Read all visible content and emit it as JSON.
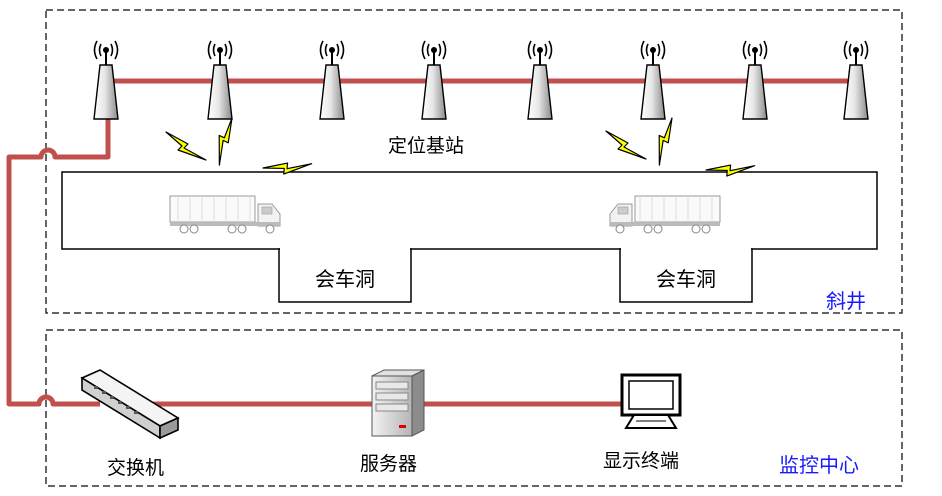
{
  "labels": {
    "base_station": "定位基站",
    "passing_bay_1": "会车洞",
    "passing_bay_2": "会车洞",
    "incline_shaft": "斜井",
    "switch": "交换机",
    "server": "服务器",
    "display_terminal": "显示终端",
    "monitoring_center": "监控中心"
  },
  "colors": {
    "link_line": "#c0504d",
    "region_border": "#333333",
    "region_label": "#1a1aff",
    "lightning": "#ffff00"
  }
}
